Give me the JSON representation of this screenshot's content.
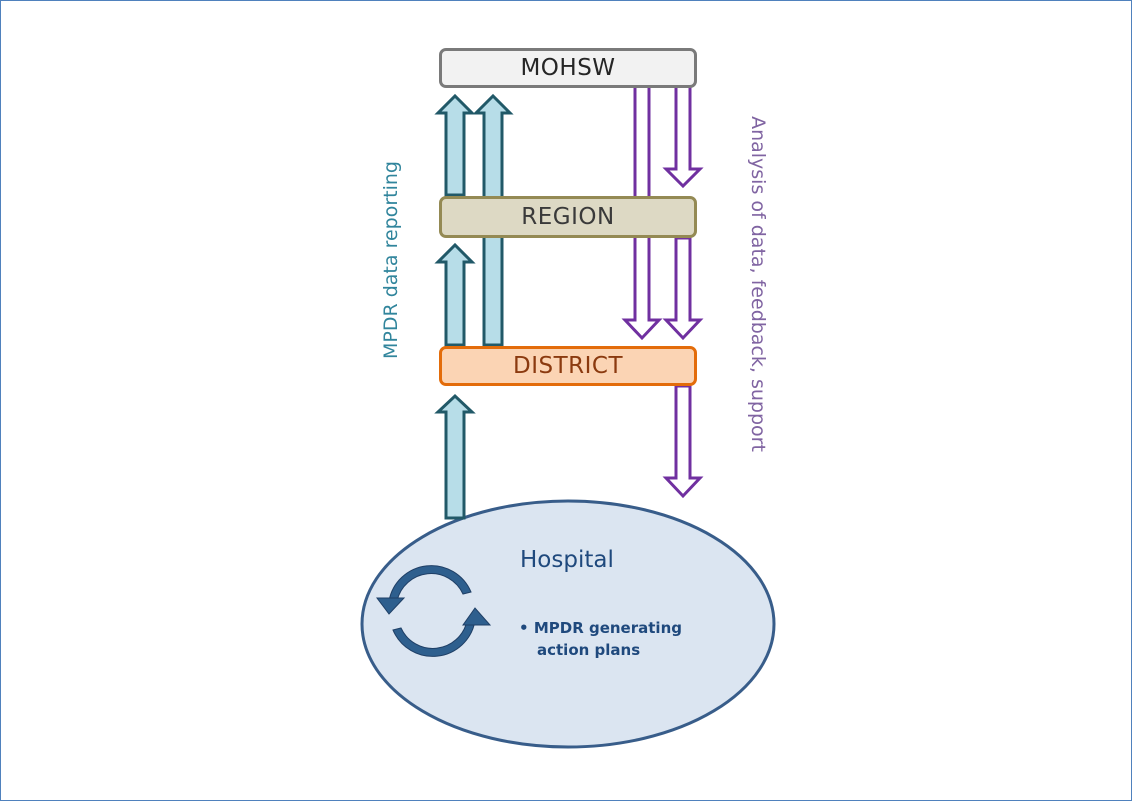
{
  "levels": {
    "top": "MOHSW",
    "middle": "REGION",
    "lower": "DISTRICT"
  },
  "labels": {
    "upward": "MPDR data reporting",
    "downward": "Analysis of data, feedback, support"
  },
  "hospital": {
    "title": "Hospital",
    "bullet_marker": "•",
    "bullet_line1": "MPDR generating",
    "bullet_line2": "action plans"
  },
  "icons": {
    "cycle": "refresh-cycle-icon"
  },
  "colors": {
    "frame_border": "#4f81bd",
    "up_arrow_fill": "#b7dde8",
    "up_arrow_stroke": "#215968",
    "down_arrow_fill": "#ffffff",
    "down_arrow_stroke": "#7030a0",
    "hospital_fill": "#dbe5f1",
    "hospital_stroke": "#385d8a",
    "cycle_icon": "#2e5f8e"
  }
}
